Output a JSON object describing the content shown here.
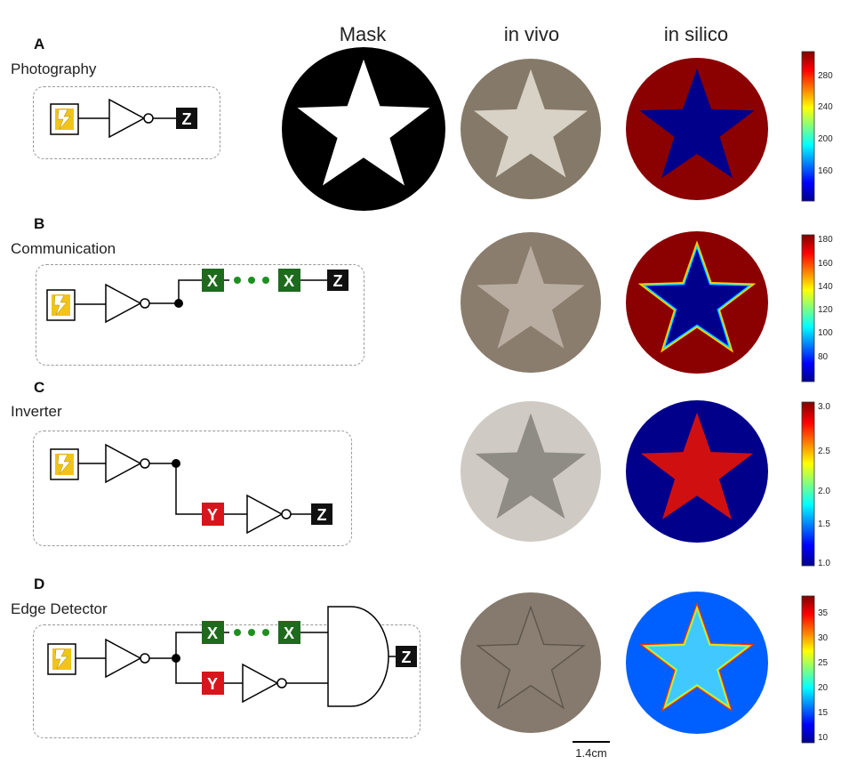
{
  "columns": {
    "mask": "Mask",
    "in_vivo": "in vivo",
    "in_silico": "in silico"
  },
  "panels": [
    {
      "letter": "A",
      "title": "Photography",
      "colorbar_ticks": [
        "280",
        "240",
        "200",
        "160"
      ]
    },
    {
      "letter": "B",
      "title": "Communication",
      "colorbar_ticks": [
        "180",
        "160",
        "140",
        "120",
        "100",
        "80"
      ]
    },
    {
      "letter": "C",
      "title": "Inverter",
      "colorbar_ticks": [
        "3.0",
        "2.5",
        "2.0",
        "1.5",
        "1.0"
      ]
    },
    {
      "letter": "D",
      "title": "Edge Detector",
      "colorbar_ticks": [
        "35",
        "30",
        "25",
        "20",
        "15",
        "10"
      ]
    }
  ],
  "gates": {
    "x": "X",
    "y": "Y",
    "z": "Z"
  },
  "scale_bar": {
    "label": "1.4cm"
  },
  "colors": {
    "background": "#ffffff",
    "x_gate": "#1e6b1e",
    "y_gate": "#d8151b",
    "z_gate": "#111111",
    "dots": "#1e8f1e",
    "silico_red": "#8b0000",
    "silico_blue": "#00008b",
    "light_bolt": "#f0c419"
  },
  "icons": [
    "light-bolt-icon",
    "not-gate-icon",
    "and-gate-icon",
    "star-mask-icon"
  ]
}
